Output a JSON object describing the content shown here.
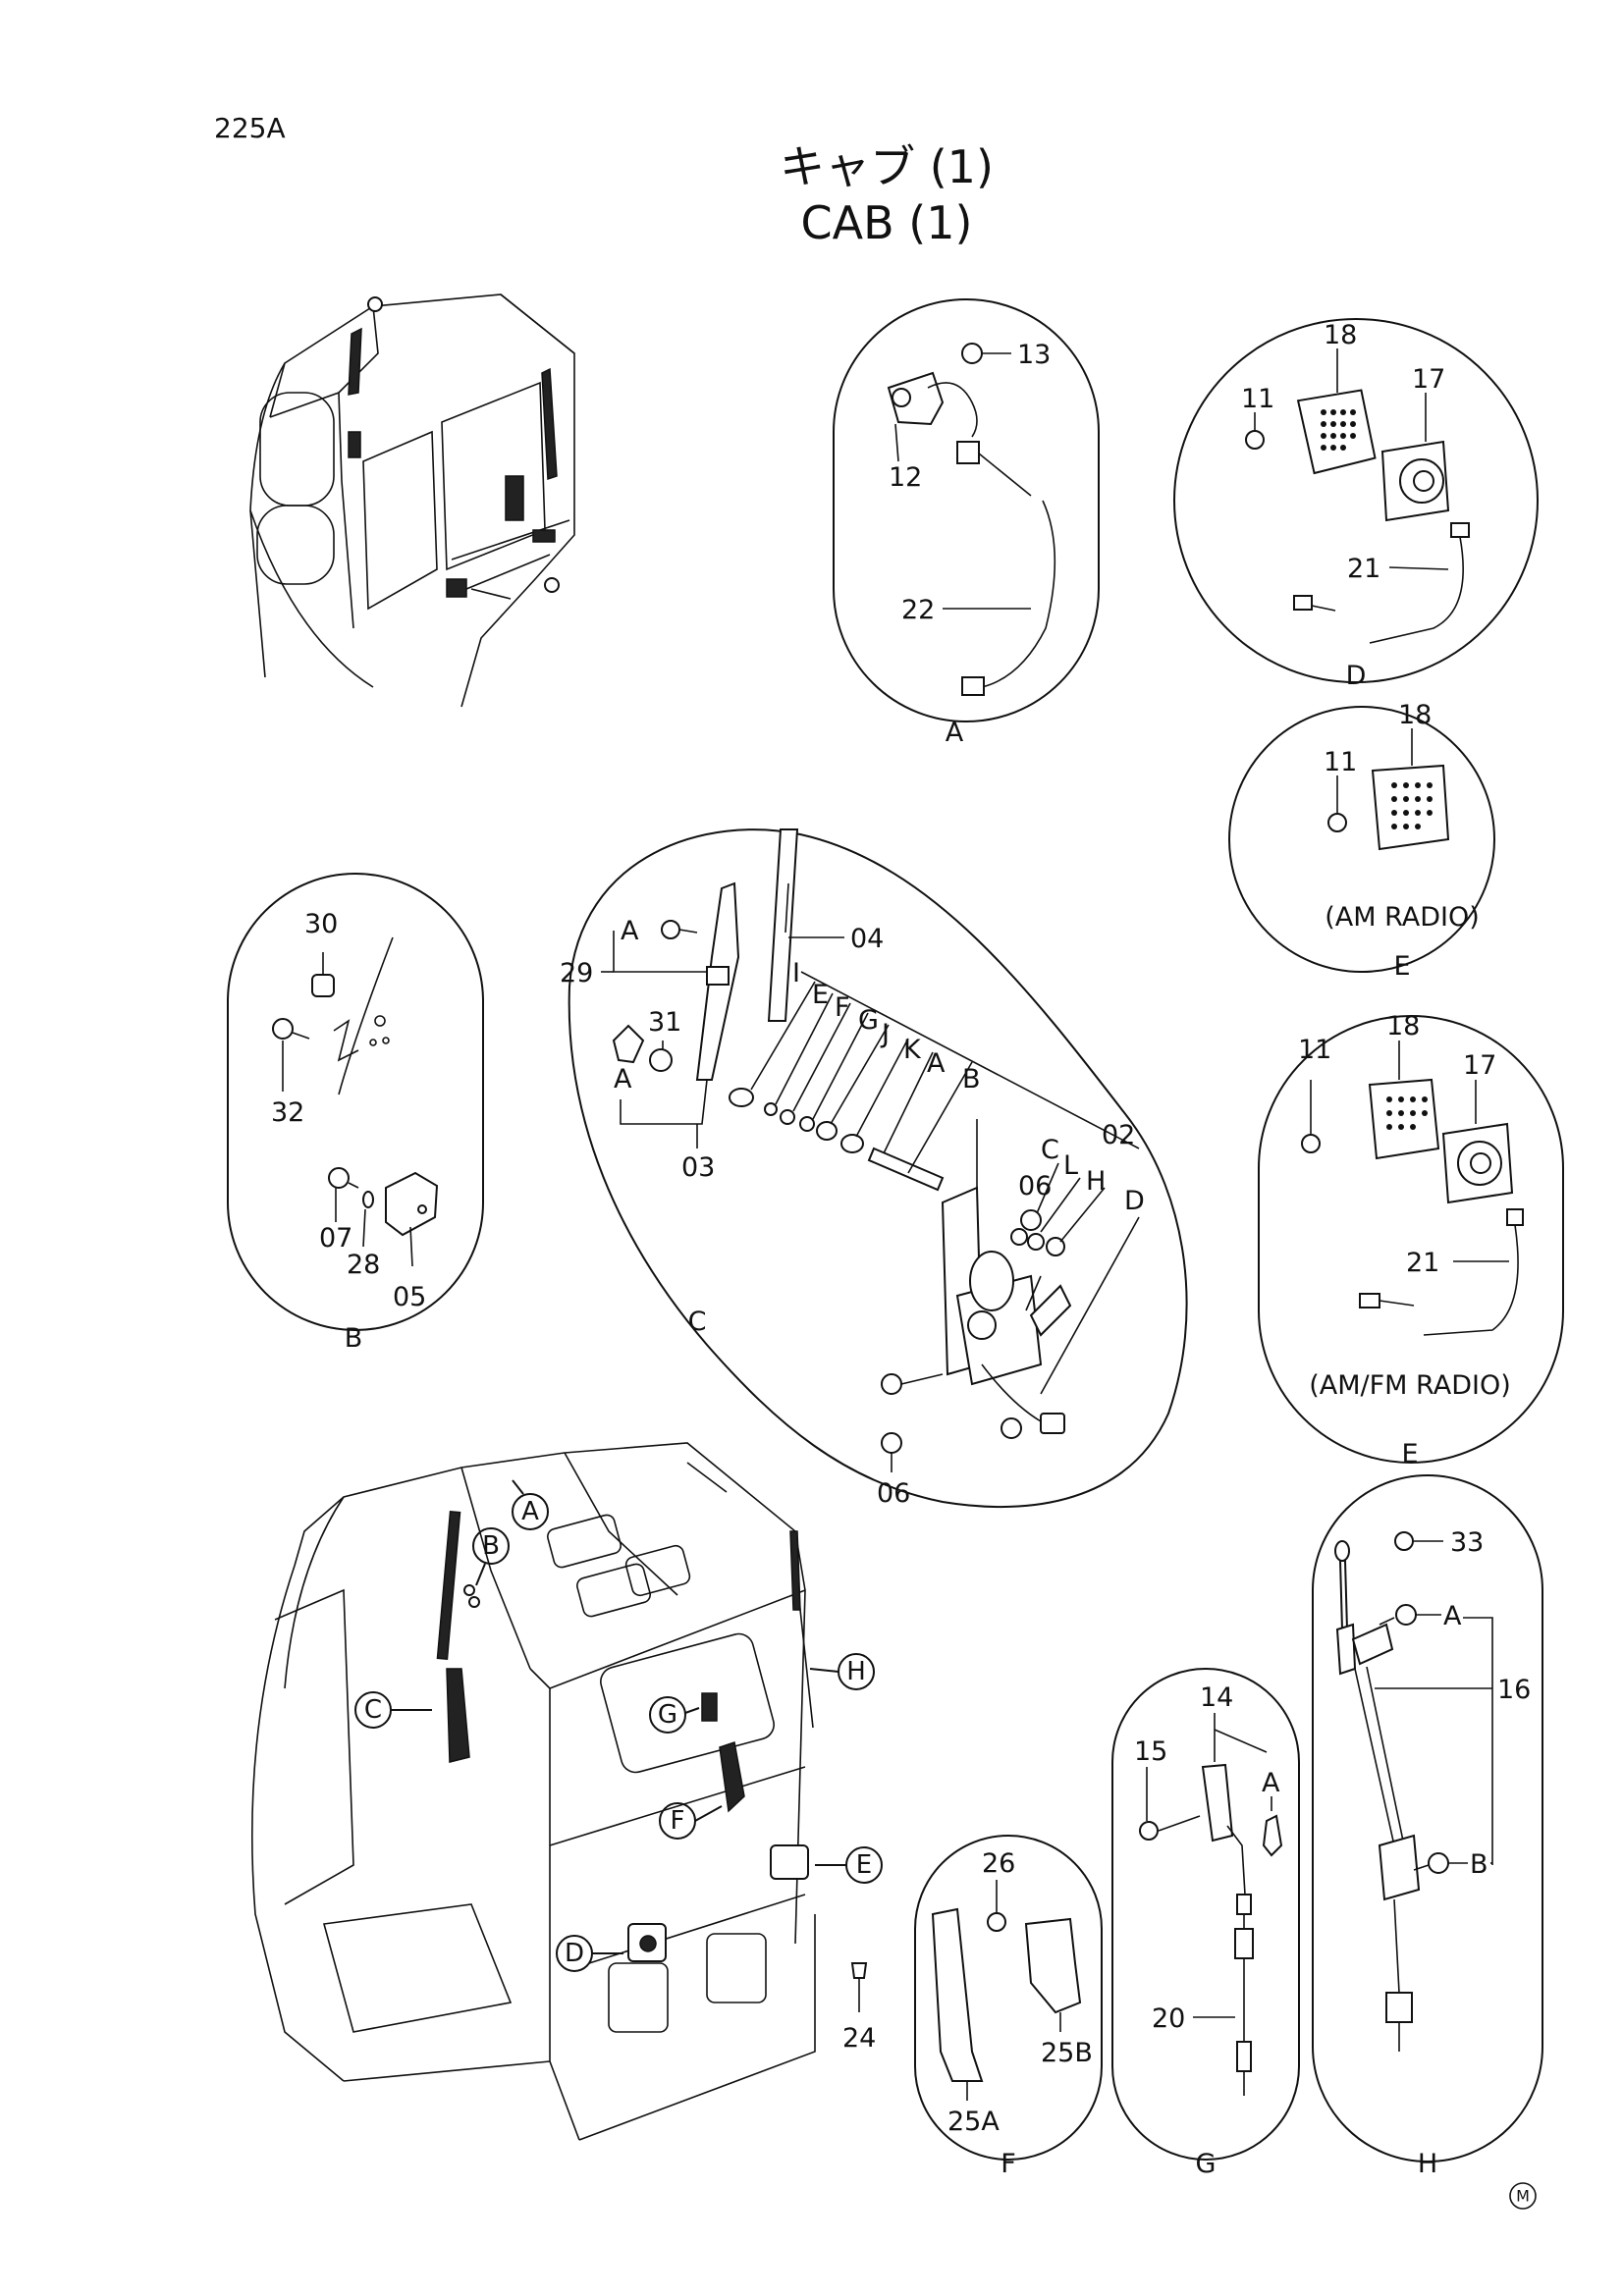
{
  "page_code": "225A",
  "title_jp": "キャブ (1)",
  "title_en": "CAB (1)",
  "footer_symbol": "M",
  "details": {
    "A": {
      "letter": "A",
      "parts": [
        "13",
        "12",
        "22"
      ]
    },
    "D": {
      "letter": "D",
      "parts": [
        "11",
        "18",
        "17",
        "21"
      ]
    },
    "E_am": {
      "letter": "E",
      "caption": "(AM RADIO)",
      "parts": [
        "11",
        "18"
      ]
    },
    "E_amfm": {
      "letter": "E",
      "caption": "(AM/FM RADIO)",
      "parts": [
        "11",
        "18",
        "17",
        "21"
      ]
    },
    "B": {
      "letter": "B",
      "parts": [
        "30",
        "32",
        "07",
        "28",
        "05"
      ]
    },
    "C": {
      "letter": "C",
      "parts": [
        "04",
        "29",
        "31",
        "03",
        "02",
        "06",
        "06"
      ],
      "sub_letters": [
        "A",
        "A",
        "I",
        "E",
        "F",
        "G",
        "J",
        "K",
        "A",
        "B",
        "C",
        "L",
        "H",
        "D"
      ]
    },
    "F": {
      "letter": "F",
      "parts": [
        "26",
        "25A",
        "25B"
      ]
    },
    "G": {
      "letter": "G",
      "parts": [
        "14",
        "15",
        "20"
      ],
      "sub_letters": [
        "A"
      ]
    },
    "H": {
      "letter": "H",
      "parts": [
        "33",
        "16"
      ],
      "sub_letters": [
        "A",
        "B"
      ]
    }
  },
  "cab_callouts": [
    "A",
    "B",
    "C",
    "D",
    "E",
    "F",
    "G",
    "H"
  ],
  "cab_parts": [
    "24"
  ]
}
